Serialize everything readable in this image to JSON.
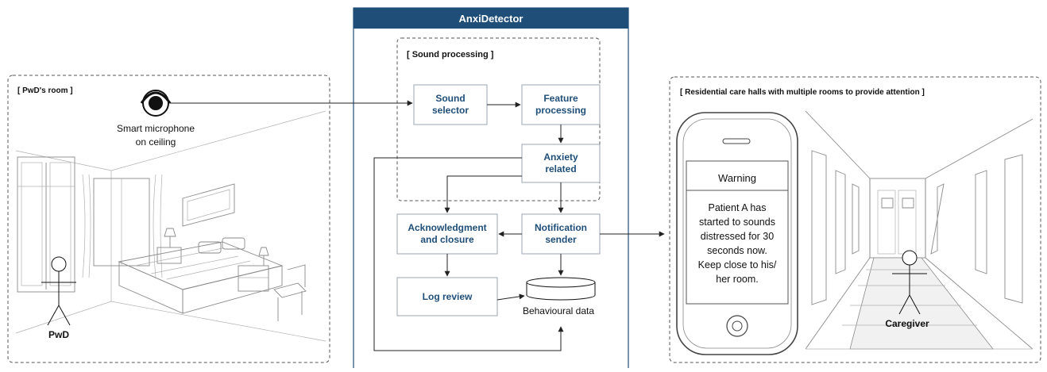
{
  "app_title": "AnxiDetector",
  "sections": {
    "pwd_room": "[ PwD's room ]",
    "sound_processing": "[ Sound processing ]",
    "care_halls": "[ Residential care halls with multiple rooms to provide attention ]"
  },
  "microphone": {
    "line1": "Smart microphone",
    "line2": "on ceiling"
  },
  "actors": {
    "pwd": "PwD",
    "caregiver": "Caregiver"
  },
  "nodes": {
    "sound_selector": [
      "Sound",
      "selector"
    ],
    "feature_processing": [
      "Feature",
      "processing"
    ],
    "anxiety_related": [
      "Anxiety",
      "related"
    ],
    "notification_sender": [
      "Notification",
      "sender"
    ],
    "acknowledgment": [
      "Acknowledgment",
      "and closure"
    ],
    "log_review": [
      "Log review"
    ]
  },
  "datastore": "Behavioural data",
  "phone": {
    "header": "Warning",
    "message": [
      "Patient  A has",
      "started to sounds",
      "distressed  for 30",
      "seconds now.",
      "Keep close to his/",
      "her room."
    ]
  },
  "colors": {
    "header_bg": "#1f4e79",
    "node_text": "#1f4e79",
    "box_border": "#9aa6b2"
  }
}
